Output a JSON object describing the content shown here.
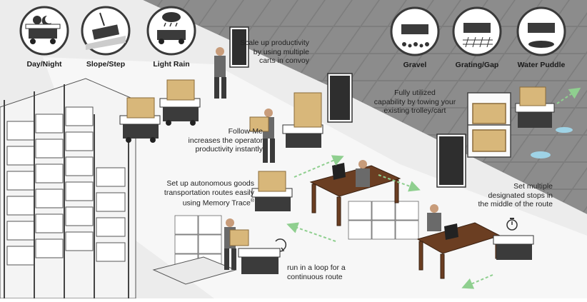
{
  "conditions_left": [
    {
      "label": "Day/Night",
      "icon": "day-night-icon"
    },
    {
      "label": "Slope/Step",
      "icon": "slope-icon"
    },
    {
      "label": "Light Rain",
      "icon": "rain-cloud-icon"
    }
  ],
  "conditions_right": [
    {
      "label": "Gravel",
      "icon": "gravel-icon"
    },
    {
      "label": "Grating/Gap",
      "icon": "grating-icon"
    },
    {
      "label": "Water Puddle",
      "icon": "water-puddle-icon"
    }
  ],
  "callouts": {
    "convoy": [
      "Scale up productivity",
      "by using multiple",
      "carts in convoy"
    ],
    "follow_me": [
      "Follow-Me",
      "increases the operator",
      "productivity instantly"
    ],
    "memory_trace": [
      "Set up autonomous goods",
      "transportation routes easily",
      "using Memory Trace"
    ],
    "memory_trace_mark": "®",
    "towing": [
      "Fully utilized",
      "capability by towing your",
      "existing trolley/cart"
    ],
    "stops": [
      "Set multiple",
      "designated stops in",
      "the middle of the route"
    ],
    "loop": [
      "run in a loop for a",
      "continuous route"
    ]
  },
  "colors": {
    "floor_light": "#eeeeee",
    "floor_dark": "#8a8a8a",
    "box": "#d8b77a",
    "robot": "#3b3b3b",
    "route_arrow": "#8fcf8f",
    "stop_marker": "#9fd3e6",
    "desk": "#6b3e22"
  }
}
